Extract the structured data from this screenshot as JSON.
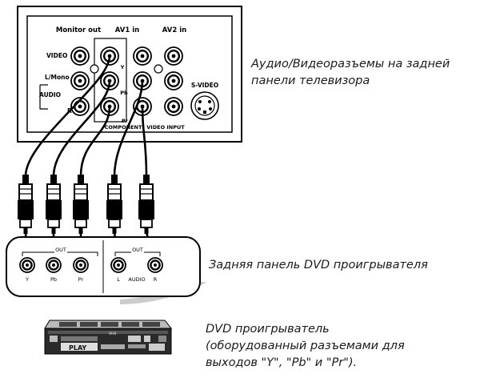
{
  "captions": {
    "tv_panel": [
      "Аудио/Видеоразъемы на задней",
      "панели телевизора"
    ],
    "dvd_panel": "Задняя панель DVD проигрывателя",
    "dvd_player": [
      "DVD проигрыватель",
      "(оборудованный разъемами для",
      "выходов \"Y\", \"Pb\" и \"Pr\")."
    ]
  },
  "tv_panel": {
    "col_monitor_out": "Monitor out",
    "col_av1_in": "AV1 in",
    "col_av2_in": "AV2 in",
    "row_video": "VIDEO",
    "row_lmono": "L/Mono",
    "row_audio": "AUDIO",
    "row_r": "R",
    "label_y": "Y",
    "label_pb": "Pb",
    "label_pr": "Pr",
    "label_svideo": "S-VIDEO",
    "label_component": "COMPONENT",
    "label_video_input": "VIDEO INPUT"
  },
  "dvd_panel": {
    "out_label_left": "OUT",
    "out_label_right": "OUT",
    "jack_y": "Y",
    "jack_pb": "Pb",
    "jack_pr": "Pr",
    "jack_l": "L",
    "jack_audio": "AUDIO",
    "jack_r": "R"
  },
  "dvd_device": {
    "display_text": "PLAY",
    "brand_text": "VHS"
  }
}
